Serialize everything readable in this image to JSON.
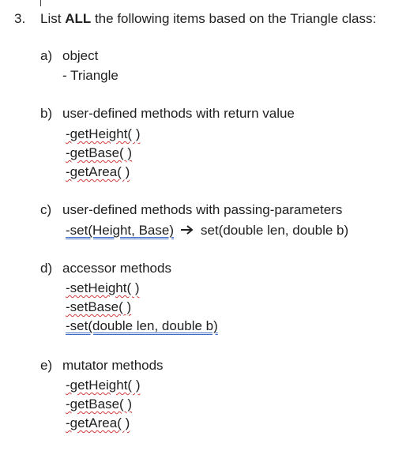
{
  "question": {
    "number": "3.",
    "text_before": "List ",
    "text_bold": "ALL",
    "text_after": " the following items based on the Triangle class:"
  },
  "sections": {
    "a": {
      "marker": "a)",
      "heading": "object",
      "items": [
        "- Triangle"
      ]
    },
    "b": {
      "marker": "b)",
      "heading": "user-defined methods with return value",
      "items": [
        "-getHeight( )",
        "-getBase( )",
        "-getArea( )"
      ]
    },
    "c": {
      "marker": "c)",
      "heading": "user-defined methods with passing-parameters",
      "line_left": "-set(Height, Base)",
      "line_right": "set(double len, double b)"
    },
    "d": {
      "marker": "d)",
      "heading": "accessor methods",
      "items": [
        "-setHeight( )",
        "-setBase( )",
        "-set(double len, double b)"
      ]
    },
    "e": {
      "marker": "e)",
      "heading": "mutator methods",
      "items": [
        "-getHeight( )",
        "-getBase( )",
        "-getArea( )"
      ]
    }
  }
}
